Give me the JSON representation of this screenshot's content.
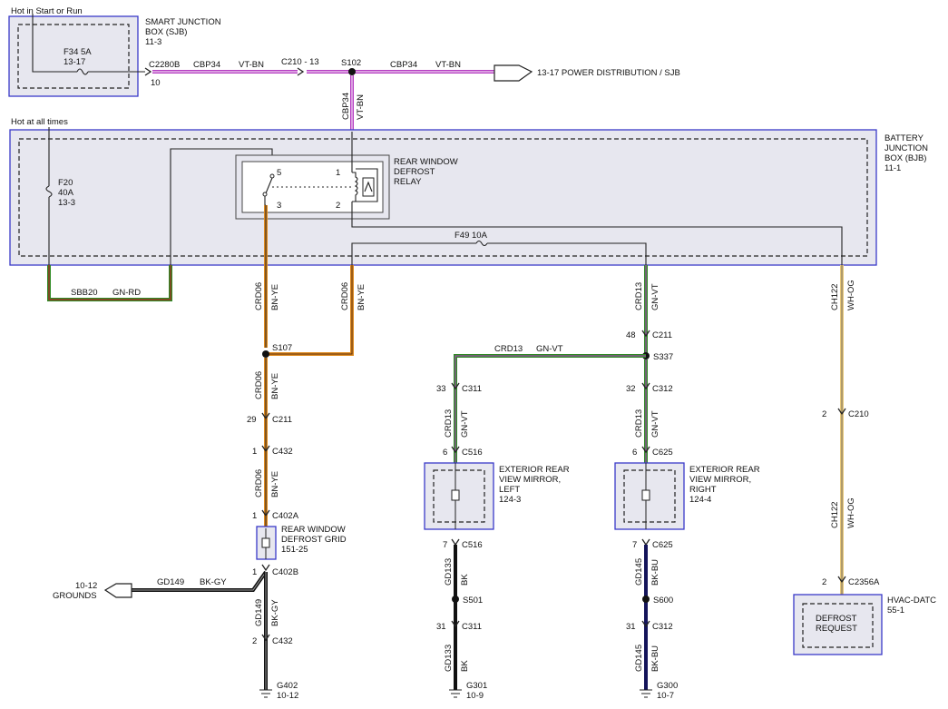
{
  "colors": {
    "violet": "#b53cc2",
    "orange": "#e08a1e",
    "green": "#2f8a25",
    "black": "#111111",
    "navy": "#14145a",
    "wh_og": "#e8c87a",
    "module_border": "#3a3ac8"
  },
  "top": {
    "hot_start_run": "Hot in Start or Run",
    "sjb_line1": "SMART JUNCTION",
    "sjb_line2": "BOX (SJB)",
    "sjb_ref": "11-3",
    "fuse_f34": "F34  5A",
    "fuse_f34_ref": "13-17",
    "c2280b": "C2280B",
    "c2280b_pin": "10",
    "cbp34_a": "CBP34",
    "vt_bn_a": "VT-BN",
    "c210_13": "C210 - 13",
    "s102": "S102",
    "cbp34_b": "CBP34",
    "vt_bn_b": "VT-BN",
    "power_dist": "13-17  POWER DISTRIBUTION / SJB",
    "cbp34_vert": "CBP34",
    "vt_bn_vert": "VT-BN"
  },
  "bjb": {
    "hot_all_times": "Hot at all times",
    "line1": "BATTERY",
    "line2": "JUNCTION",
    "line3": "BOX (BJB)",
    "ref": "11-1",
    "fuse_f20": "F20",
    "fuse_f20_amp": "40A",
    "fuse_f20_ref": "13-3",
    "relay_line1": "REAR WINDOW",
    "relay_line2": "DEFROST",
    "relay_line3": "RELAY",
    "pin5": "5",
    "pin3": "3",
    "pin1": "1",
    "pin2": "2",
    "fuse_f49": "F49  10A"
  },
  "wires": {
    "sbb20": "SBB20",
    "gn_rd": "GN-RD",
    "crd06": "CRD06",
    "bn_ye": "BN-YE",
    "crd13": "CRD13",
    "gn_vt": "GN-VT",
    "ch122": "CH122",
    "wh_og": "WH-OG",
    "gd149": "GD149",
    "bk_gy": "BK-GY",
    "gd133": "GD133",
    "bk": "BK",
    "gd145": "GD145",
    "bk_bu": "BK-BU"
  },
  "connectors": {
    "s107": "S107",
    "c211": "C211",
    "c211_pin29": "29",
    "c432": "C432",
    "pin1": "1",
    "c402a": "C402A",
    "c402b": "C402B",
    "c432_pin2": "2",
    "g402": "G402",
    "g402_ref": "10-12",
    "grounds_ref": "10-12",
    "grounds": "GROUNDS",
    "c211_pin48": "48",
    "s337": "S337",
    "c311": "C311",
    "pin33": "33",
    "c312": "C312",
    "pin32": "32",
    "c516": "C516",
    "pin6": "6",
    "pin7": "7",
    "c625": "C625",
    "s501": "S501",
    "s600": "S600",
    "pin31": "31",
    "g301": "G301",
    "g301_ref": "10-9",
    "g300": "G300",
    "g300_ref": "10-7",
    "c210": "C210",
    "pin2": "2",
    "c2356a": "C2356A"
  },
  "components": {
    "grid_line1": "REAR WINDOW",
    "grid_line2": "DEFROST GRID",
    "grid_ref": "151-25",
    "mirror_l_line1": "EXTERIOR REAR",
    "mirror_l_line2": "VIEW MIRROR,",
    "mirror_l_line3": "LEFT",
    "mirror_l_ref": "124-3",
    "mirror_r_line1": "EXTERIOR REAR",
    "mirror_r_line2": "VIEW MIRROR,",
    "mirror_r_line3": "RIGHT",
    "mirror_r_ref": "124-4",
    "hvac_name": "HVAC-DATC",
    "hvac_ref": "55-1",
    "defrost_line1": "DEFROST",
    "defrost_line2": "REQUEST"
  }
}
